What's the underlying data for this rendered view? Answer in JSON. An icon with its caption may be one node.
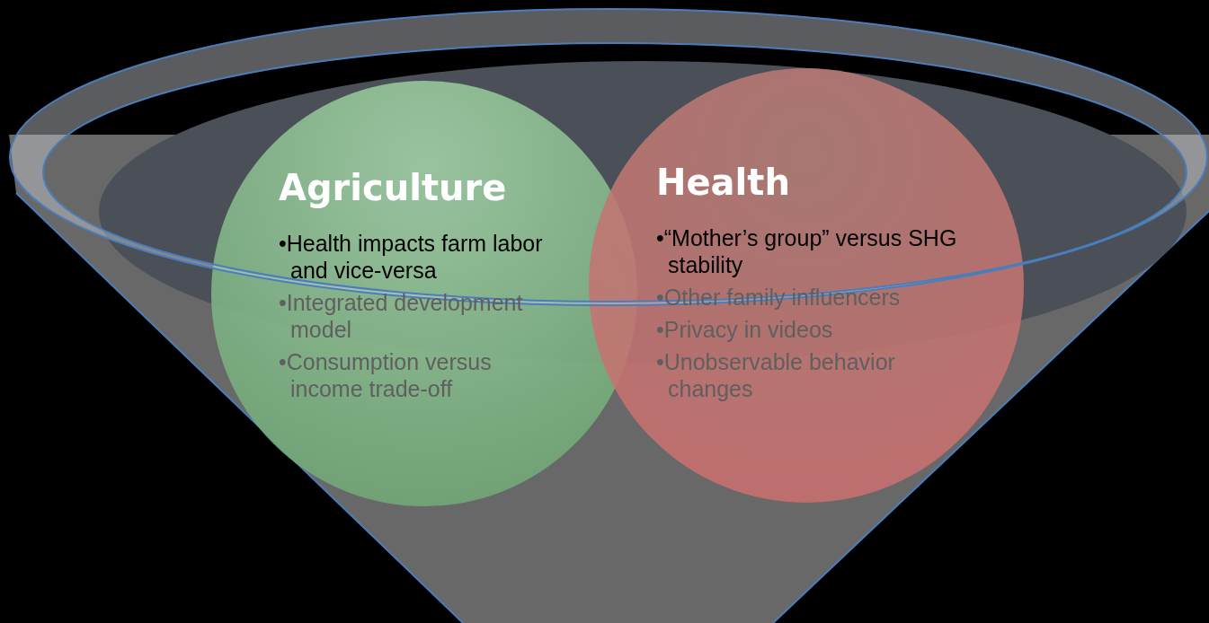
{
  "diagram": {
    "nodes": [
      {
        "text": [
          "Agriculture",
          "•Health impacts farm labor and vice-versa",
          "•Integrated development model",
          "•Consumption versus income trade-off"
        ]
      },
      {
        "text": [
          "Health",
          "•“Mother’s group” versus SHG stability",
          "•Other family influencers",
          "•Privacy in videos",
          "•Unobservable behavior changes"
        ]
      }
    ],
    "edges": []
  }
}
